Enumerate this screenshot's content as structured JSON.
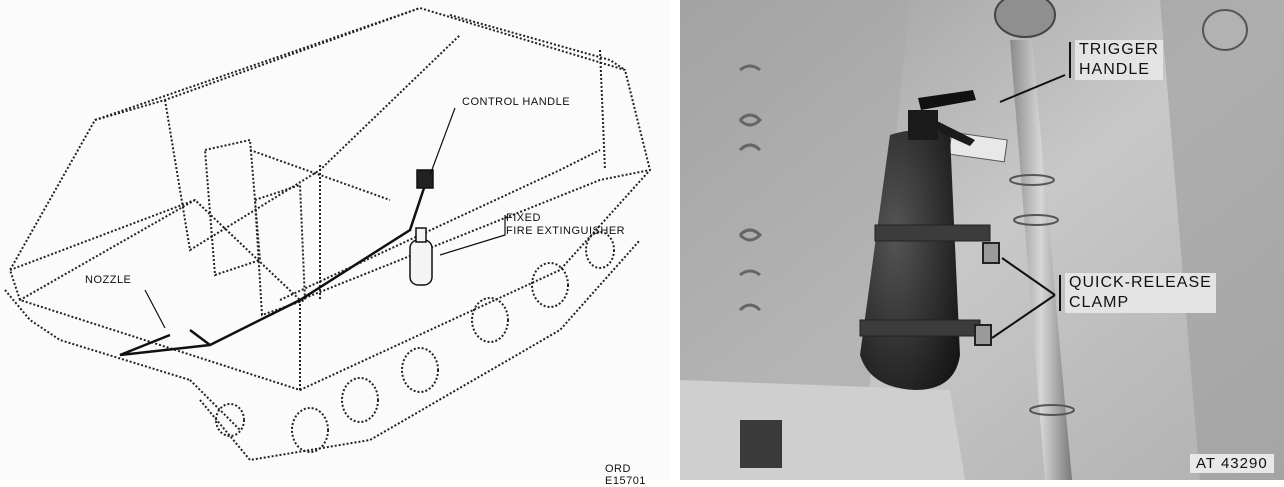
{
  "left_figure": {
    "labels": {
      "control_handle": "CONTROL HANDLE",
      "fixed": "FIXED",
      "fire_extinguisher": "FIRE EXTINGUISHER",
      "nozzle": "NOZZLE"
    },
    "reference": "ORD E15701"
  },
  "right_figure": {
    "labels": {
      "trigger": "TRIGGER",
      "handle": "HANDLE",
      "quick_release": "QUICK-RELEASE",
      "clamp": "CLAMP"
    },
    "reference": "AT 43290"
  }
}
